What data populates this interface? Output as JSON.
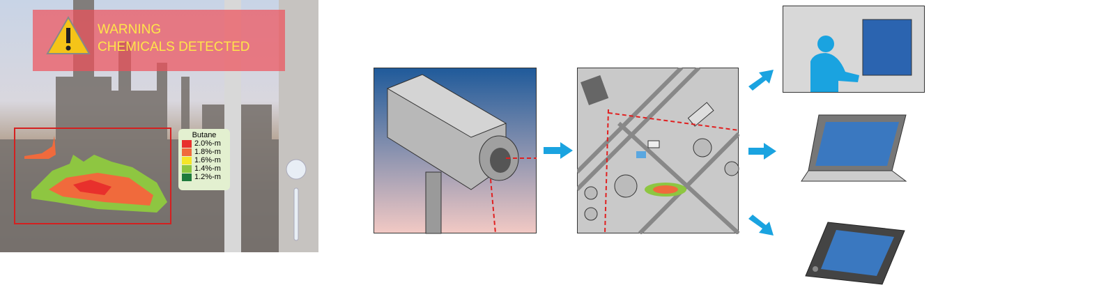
{
  "alert": {
    "title": "WARNING",
    "message": "CHEMICALS DETECTED"
  },
  "legend": {
    "title": "Butane",
    "items": [
      {
        "label": "2.0%-m",
        "color": "#e8302c"
      },
      {
        "label": "1.8%-m",
        "color": "#f06a3c"
      },
      {
        "label": "1.6%-m",
        "color": "#f5e628"
      },
      {
        "label": "1.4%-m",
        "color": "#8ec641"
      },
      {
        "label": "1.2%-m",
        "color": "#1e7a3c"
      }
    ]
  },
  "colors": {
    "arrow": "#1aa3e0",
    "detection_box": "#d42020",
    "laser": "#e02020"
  }
}
